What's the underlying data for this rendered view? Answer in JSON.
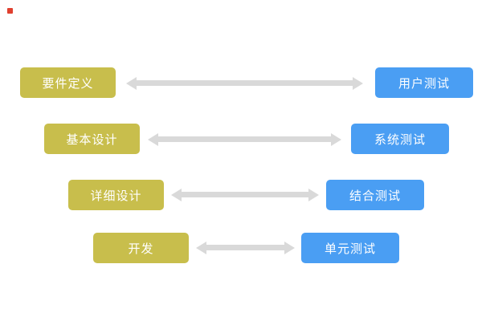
{
  "diagram": {
    "rows": [
      {
        "phase": "要件定义",
        "test": "用户测试"
      },
      {
        "phase": "基本设计",
        "test": "系统测试"
      },
      {
        "phase": "详细设计",
        "test": "结合测试"
      },
      {
        "phase": "开发",
        "test": "单元测试"
      }
    ]
  },
  "icons": {
    "red-marker": "small-red-square",
    "arrow": "double-headed-horizontal-arrow"
  },
  "colors": {
    "phase-bg": "#c8be4c",
    "test-bg": "#4a9ef3",
    "arrow-color": "#d9d9d9",
    "marker-color": "#e0402f"
  }
}
